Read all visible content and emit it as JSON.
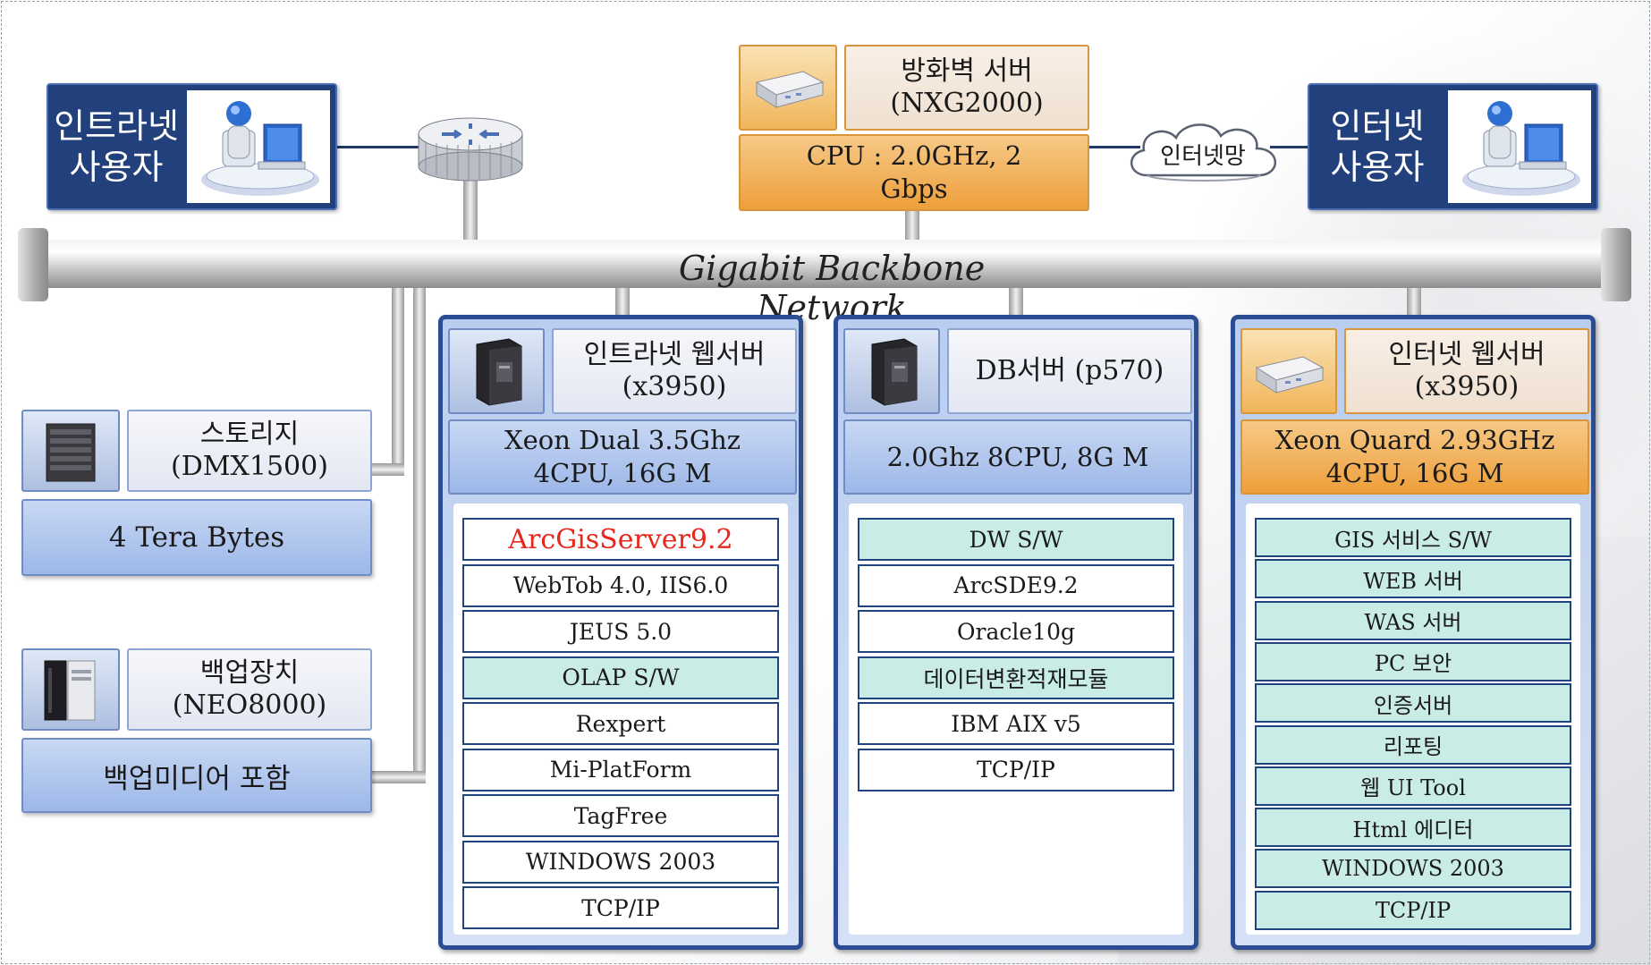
{
  "backbone": {
    "label": "Gigabit Backbone Network"
  },
  "intranet_user": {
    "label": "인트라넷\n사용자"
  },
  "internet_user": {
    "label": "인터넷\n사용자"
  },
  "internet_cloud": {
    "label": "인터넷망"
  },
  "firewall": {
    "title": "방화벽 서버\n(NXG2000)",
    "spec": "CPU : 2.0GHz, 2\nGbps"
  },
  "storage": {
    "title": "스토리지\n(DMX1500)",
    "spec": "4 Tera Bytes"
  },
  "backup": {
    "title": "백업장치\n(NEO8000)",
    "spec": "백업미디어 포함"
  },
  "intranet_web": {
    "title": "인트라넷 웹서버\n(x3950)",
    "spec": "Xeon Dual 3.5Ghz\n4CPU, 16G M",
    "software": [
      {
        "label": "ArcGisServer9.2",
        "style": "red"
      },
      {
        "label": "WebTob 4.0, IIS6.0",
        "style": "plain"
      },
      {
        "label": "JEUS 5.0",
        "style": "plain"
      },
      {
        "label": "OLAP S/W",
        "style": "teal"
      },
      {
        "label": "Rexpert",
        "style": "plain"
      },
      {
        "label": "Mi-PlatForm",
        "style": "plain"
      },
      {
        "label": "TagFree",
        "style": "plain"
      },
      {
        "label": "WINDOWS 2003",
        "style": "plain"
      },
      {
        "label": "TCP/IP",
        "style": "plain"
      }
    ]
  },
  "db_server": {
    "title": "DB서버 (p570)",
    "spec": "2.0Ghz 8CPU, 8G M",
    "software": [
      {
        "label": "DW S/W",
        "style": "teal"
      },
      {
        "label": "ArcSDE9.2",
        "style": "plain"
      },
      {
        "label": "Oracle10g",
        "style": "plain"
      },
      {
        "label": "데이터변환적재모듈",
        "style": "teal"
      },
      {
        "label": "IBM AIX v5",
        "style": "plain"
      },
      {
        "label": "TCP/IP",
        "style": "plain"
      }
    ]
  },
  "internet_web": {
    "title": "인터넷 웹서버\n(x3950)",
    "spec": "Xeon Quard 2.93GHz\n4CPU, 16G M",
    "software": [
      {
        "label": "GIS 서비스 S/W",
        "style": "teal"
      },
      {
        "label": "WEB 서버",
        "style": "teal"
      },
      {
        "label": "WAS 서버",
        "style": "teal"
      },
      {
        "label": "PC 보안",
        "style": "teal"
      },
      {
        "label": "인증서버",
        "style": "teal"
      },
      {
        "label": "리포팅",
        "style": "teal"
      },
      {
        "label": "웹 UI Tool",
        "style": "teal"
      },
      {
        "label": "Html 에디터",
        "style": "teal"
      },
      {
        "label": "WINDOWS 2003",
        "style": "teal"
      },
      {
        "label": "TCP/IP",
        "style": "teal"
      }
    ]
  },
  "colors": {
    "navy": "#22407c",
    "panel_border": "#2c4d93",
    "orange": "#ee9f3a",
    "teal": "#c9ece6",
    "red_text": "#e8261a"
  }
}
